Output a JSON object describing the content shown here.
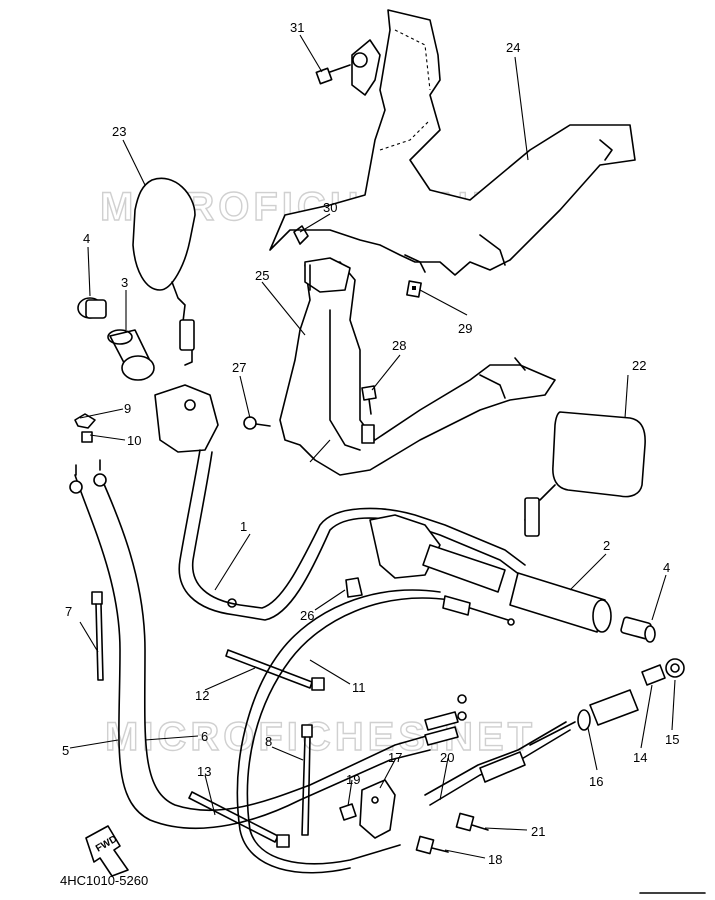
{
  "watermark": "MICROFICHES.NET",
  "diagram_code": "4HC1010-5260",
  "fwd_label": "FWD",
  "callouts": {
    "c1": "1",
    "c2": "2",
    "c3": "3",
    "c4a": "4",
    "c4b": "4",
    "c5": "5",
    "c6": "6",
    "c7": "7",
    "c8": "8",
    "c9": "9",
    "c10": "10",
    "c11": "11",
    "c12": "12",
    "c13": "13",
    "c14": "14",
    "c15": "15",
    "c16": "16",
    "c17": "17",
    "c18": "18",
    "c19": "19",
    "c20": "20",
    "c21": "21",
    "c22": "22",
    "c23": "23",
    "c24": "24",
    "c25": "25",
    "c26": "26",
    "c27": "27",
    "c28": "28",
    "c29": "29",
    "c30": "30",
    "c31": "31"
  }
}
